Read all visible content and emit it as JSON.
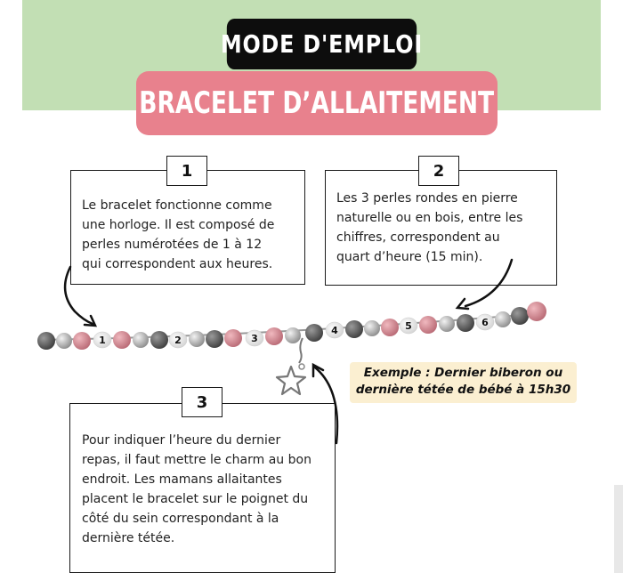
{
  "header": {
    "title": "MODE D'EMPLOI",
    "subtitle": "BRACELET D’ALLAITEMENT"
  },
  "steps": [
    {
      "number": "1",
      "text": [
        "Le bracelet fonctionne comme",
        "une horloge. Il est composé de",
        "perles numérotées de 1 à 12",
        "qui correspondent aux heures."
      ]
    },
    {
      "number": "2",
      "text": [
        "Les 3 perles rondes en pierre",
        "naturelle ou en bois, entre les",
        "chiffres, correspondent au",
        "quart d’heure (15 min)."
      ]
    },
    {
      "number": "3",
      "text": [
        "Pour indiquer l’heure du dernier",
        "repas, il faut mettre le charm au bon",
        "endroit. Les mamans allaitantes",
        "placent le bracelet sur le poignet du",
        "côté du sein correspondant à la",
        "dernière tétée."
      ]
    }
  ],
  "example": {
    "line1": "Exemple : Dernier biberon ou",
    "line2": "dernière tétée de bébé à 15h30"
  },
  "bracelet_numbers": [
    "1",
    "2",
    "3",
    "4",
    "5",
    "6"
  ],
  "colors": {
    "header_band": "#c2dfb4",
    "title_dark": "#0d0d0d",
    "title_pink": "#e8818d",
    "example_bg": "#fbefd1",
    "bead_pink": "#d48c95",
    "bead_grey": "#6e6e6e",
    "bead_silver": "#b8b8b8",
    "bead_white": "#f4f4f4"
  }
}
